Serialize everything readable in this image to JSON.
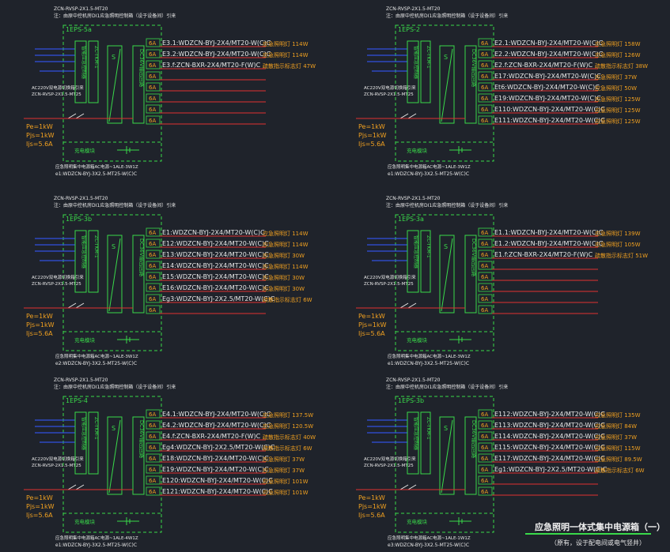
{
  "drawing_title": "应急照明一体式集中电源箱（一）",
  "drawing_subtitle": "（原有，设于配电间或电气竖井）",
  "panels": [
    {
      "box_id": "1EPS-5a",
      "incoming_line": "ZCN-RVSP-2X1.5-MT20",
      "incoming_note": "注：由原中控机房DI1应急照明控制箱（设于设备间）引来",
      "fire_link": "AC220V双电源切换箱引来",
      "fire_link_cable": "ZCN-RVSP-2X1.5-MT25",
      "controller_label": "智能应急控制器",
      "controller_model": "ZC-TKM-1",
      "breaker_label": "DC36V输出回路",
      "charger_label": "充电模块",
      "pe": "Pe=1kW",
      "pjs": "Pjs=1kW",
      "ijs": "Ijs=5.6A",
      "source_note": "应急照明集中电源箱AC电源~1ALE-3W1Z",
      "source_cable": "e1:WDZCN-BYJ-3X2.5-MT25-W(C)C",
      "circuits": [
        {
          "rating": "6A",
          "cable": "E3.1:WDZCN-BYJ-2X4/MT20-W(C)C",
          "load": "应急照明灯 114W"
        },
        {
          "rating": "6A",
          "cable": "E3.2:WDZCN-BYJ-2X4/MT20-W(C)C",
          "load": "应急照明灯 114W"
        },
        {
          "rating": "6A",
          "cable": "E3.f:ZCN-BXR-2X4/MT20-F(W)C",
          "load": "疏散指示标志灯 47W"
        },
        {
          "rating": "6A",
          "cable": "",
          "load": ""
        },
        {
          "rating": "6A",
          "cable": "",
          "load": ""
        },
        {
          "rating": "6A",
          "cable": "",
          "load": ""
        },
        {
          "rating": "6A",
          "cable": "",
          "load": ""
        },
        {
          "rating": "6A",
          "cable": "",
          "load": ""
        }
      ]
    },
    {
      "box_id": "1EPS-2",
      "incoming_line": "ZCN-RVSP-2X1.5-MT20",
      "incoming_note": "注：由原中控机房DI1应急照明控制箱（设于设备间）引来",
      "fire_link": "AC220V双电源切换箱引来",
      "fire_link_cable": "ZCN-RVSP-2X1.5-MT25",
      "controller_label": "智能应急控制器",
      "controller_model": "ZC-TKM-1",
      "breaker_label": "DC36V输出回路",
      "charger_label": "充电模块",
      "pe": "Pe=1kW",
      "pjs": "Pjs=1kW",
      "ijs": "Ijs=5.6A",
      "source_note": "应急照明集中电源箱AC电源~1ALE-3W1Z",
      "source_cable": "e1:WDZCN-BYJ-3X2.5-MT25-W(C)C",
      "circuits": [
        {
          "rating": "6A",
          "cable": "E2.1:WDZCN-BYJ-2X4/MT20-W(C)C",
          "load": "应急照明灯 158W"
        },
        {
          "rating": "6A",
          "cable": "E2.2:WDZCN-BYJ-2X4/MT20-W(C)C",
          "load": "应急照明灯 126W"
        },
        {
          "rating": "6A",
          "cable": "E2.f:ZCN-BXR-2X4/MT20-F(W)C",
          "load": "疏散指示标志灯 38W"
        },
        {
          "rating": "6A",
          "cable": "E17:WDZCN-BYJ-2X4/MT20-W(C)C",
          "load": "应急照明灯 37W"
        },
        {
          "rating": "6A",
          "cable": "Et6:WDZCN-BYJ-2X4/MT20-W(C)C",
          "load": "应急照明灯 50W"
        },
        {
          "rating": "6A",
          "cable": "E19:WDZCN-BYJ-2X4/MT20-W(C)C",
          "load": "应急照明灯 125W"
        },
        {
          "rating": "6A",
          "cable": "E110:WDZCN-BYJ-2X4/MT20-W(C)C",
          "load": "应急照明灯 125W"
        },
        {
          "rating": "6A",
          "cable": "E111:WDZCN-BYJ-2X4/MT20-W(C)C",
          "load": "应急照明灯 125W"
        }
      ]
    },
    {
      "box_id": "1EPS-3b",
      "incoming_line": "ZCN-RVSP-2X1.5-MT20",
      "incoming_note": "注：由原中控机房DI1应急照明控制箱（设于设备间）引来",
      "fire_link": "AC220V双电源切换箱引来",
      "fire_link_cable": "ZCN-RVSP-2X1.5-MT25",
      "controller_label": "智能应急控制器",
      "controller_model": "ZC-TKM-1",
      "breaker_label": "DC36V输出回路",
      "charger_label": "充电模块",
      "pe": "Pe=1kW",
      "pjs": "Pjs=1kW",
      "ijs": "Ijs=5.6A",
      "source_note": "应急照明集中电源箱AC电源~1ALE-3W1Z",
      "source_cable": "e2:WDZCN-BYJ-3X2.5-MT25-W(C)C",
      "circuits": [
        {
          "rating": "6A",
          "cable": "E1:WDZCN-BYJ-2X4/MT20-W(C)C",
          "load": "应急照明灯 114W"
        },
        {
          "rating": "6A",
          "cable": "E12:WDZCN-BYJ-2X4/MT20-W(C)C",
          "load": "应急照明灯 114W"
        },
        {
          "rating": "6A",
          "cable": "E13:WDZCN-BYJ-2X4/MT20-W(C)C",
          "load": "应急照明灯 30W"
        },
        {
          "rating": "6A",
          "cable": "E14:WDZCN-BYJ-2X4/MT20-W(C)C",
          "load": "应急照明灯 114W"
        },
        {
          "rating": "6A",
          "cable": "E15:WDZCN-BYJ-2X4/MT20-W(C)C",
          "load": "应急照明灯 30W"
        },
        {
          "rating": "6A",
          "cable": "E16:WDZCN-BYJ-2X4/MT20-W(C)C",
          "load": "应急照明灯 30W"
        },
        {
          "rating": "6A",
          "cable": "Eg3:WDZCN-BYJ-2X2.5/MT20-W(C)C",
          "load": "疏散指示标志灯 6W"
        },
        {
          "rating": "6A",
          "cable": "",
          "load": ""
        }
      ]
    },
    {
      "box_id": "1EPS-3a",
      "incoming_line": "ZCN-RVSP-2X1.5-MT20",
      "incoming_note": "注：由原中控机房DI1应急照明控制箱（设于设备间）引来",
      "fire_link": "AC220V双电源切换箱引来",
      "fire_link_cable": "ZCN-RVSP-2X1.5-MT25",
      "controller_label": "智能应急控制器",
      "controller_model": "ZC-TKM-1",
      "breaker_label": "DC36V输出回路",
      "charger_label": "充电模块",
      "pe": "Pe=1kW",
      "pjs": "Pjs=1kW",
      "ijs": "Ijs=5.6A",
      "source_note": "应急照明集中电源箱AC电源~1ALE-3W1Z",
      "source_cable": "e1:WDZCN-BYJ-3X2.5-MT25-W(C)C",
      "circuits": [
        {
          "rating": "6A",
          "cable": "E1.1:WDZCN-BYJ-2X4/MT20-W(C)C",
          "load": "应急照明灯 139W"
        },
        {
          "rating": "6A",
          "cable": "E1.2:WDZCN-BYJ-2X4/MT20-W(C)C",
          "load": "应急照明灯 105W"
        },
        {
          "rating": "6A",
          "cable": "E1.f:ZCN-BXR-2X4/MT20-F(W)C",
          "load": "疏散指示标志灯 51W"
        },
        {
          "rating": "6A",
          "cable": "",
          "load": ""
        },
        {
          "rating": "6A",
          "cable": "",
          "load": ""
        },
        {
          "rating": "6A",
          "cable": "",
          "load": ""
        },
        {
          "rating": "6A",
          "cable": "",
          "load": ""
        },
        {
          "rating": "6A",
          "cable": "",
          "load": ""
        }
      ]
    },
    {
      "box_id": "1EPS-4",
      "incoming_line": "ZCN-RVSP-2X1.5-MT20",
      "incoming_note": "注：由原中控机房DI1应急照明控制箱（设于设备间）引来",
      "fire_link": "AC220V双电源切换箱引来",
      "fire_link_cable": "ZCN-RVSP-2X1.5-MT25",
      "controller_label": "智能应急控制器",
      "controller_model": "ZC-TKM-1",
      "breaker_label": "DC36V输出回路",
      "charger_label": "充电模块",
      "pe": "Pe=1kW",
      "pjs": "Pjs=1kW",
      "ijs": "Ijs=5.6A",
      "source_note": "应急照明集中电源箱AC电源~1ALE-4W1Z",
      "source_cable": "e1:WDZCN-BYJ-3X2.5-MT25-W(C)C",
      "circuits": [
        {
          "rating": "6A",
          "cable": "E4.1:WDZCN-BYJ-2X4/MT20-W(C)C",
          "load": "应急照明灯 137.5W"
        },
        {
          "rating": "6A",
          "cable": "E4.2:WDZCN-BYJ-2X4/MT20-W(C)C",
          "load": "应急照明灯 120.5W"
        },
        {
          "rating": "6A",
          "cable": "E4.f:ZCN-BXR-2X4/MT20-F(W)C",
          "load": "疏散指示标志灯 40W"
        },
        {
          "rating": "6A",
          "cable": "Eg4:WDZCN-BYJ-2X2.5/MT20-W(C)C",
          "load": "疏散指示标志灯 6W"
        },
        {
          "rating": "6A",
          "cable": "E18:WDZCN-BYJ-2X4/MT20-W(C)C",
          "load": "应急照明灯 37W"
        },
        {
          "rating": "6A",
          "cable": "E19:WDZCN-BYJ-2X4/MT20-W(C)C",
          "load": "应急照明灯 37W"
        },
        {
          "rating": "6A",
          "cable": "E120:WDZCN-BYJ-2X4/MT20-W(C)C",
          "load": "应急照明灯 101W"
        },
        {
          "rating": "6A",
          "cable": "E121:WDZCN-BYJ-2X4/MT20-W(C)C",
          "load": "应急照明灯 101W"
        }
      ]
    },
    {
      "box_id": "1EPS-3b",
      "incoming_line": "ZCN-RVSP-2X1.5-MT20",
      "incoming_note": "注：由原中控机房DI1应急照明控制箱（设于设备间）引来",
      "fire_link": "AC220V双电源切换箱引来",
      "fire_link_cable": "ZCN-RVSP-2X1.5-MT25",
      "controller_label": "智能应急控制器",
      "controller_model": "ZC-TKM-1",
      "breaker_label": "DC36V输出回路",
      "charger_label": "充电模块",
      "pe": "Pe=1kW",
      "pjs": "Pjs=1kW",
      "ijs": "Ijs=5.6A",
      "source_note": "应急照明集中电源箱AC电源~1ALE-1W1Z",
      "source_cable": "e3:WDZCN-BYJ-3X2.5-MT25-W(C)C",
      "circuits": [
        {
          "rating": "6A",
          "cable": "E112:WDZCN-BYJ-2X4/MT20-W(C)C",
          "load": "应急照明灯 135W"
        },
        {
          "rating": "6A",
          "cable": "E113:WDZCN-BYJ-2X4/MT20-W(C)C",
          "load": "应急照明灯 84W"
        },
        {
          "rating": "6A",
          "cable": "E114:WDZCN-BYJ-2X4/MT20-W(C)C",
          "load": "应急照明灯 37W"
        },
        {
          "rating": "6A",
          "cable": "E115:WDZCN-BYJ-2X4/MT20-W(C)C",
          "load": "应急照明灯 115W"
        },
        {
          "rating": "6A",
          "cable": "E117:WDZCN-BYJ-2X4/MT20-W(C)C",
          "load": "应急照明灯 89.5W"
        },
        {
          "rating": "6A",
          "cable": "Eg1:WDZCN-BYJ-2X2.5/MT20-W(C)C",
          "load": "疏散指示标志灯 6W"
        },
        {
          "rating": "6A",
          "cable": "",
          "load": ""
        },
        {
          "rating": "6A",
          "cable": "",
          "load": ""
        }
      ]
    }
  ],
  "colors": {
    "background": "#1f232b",
    "frame": "#39d94a",
    "cable_text": "#e8e8e8",
    "load_text": "#f0a020",
    "circuit_line": "#e03030",
    "signal_line": "#3050e0",
    "switch": "#e8e8e8"
  }
}
